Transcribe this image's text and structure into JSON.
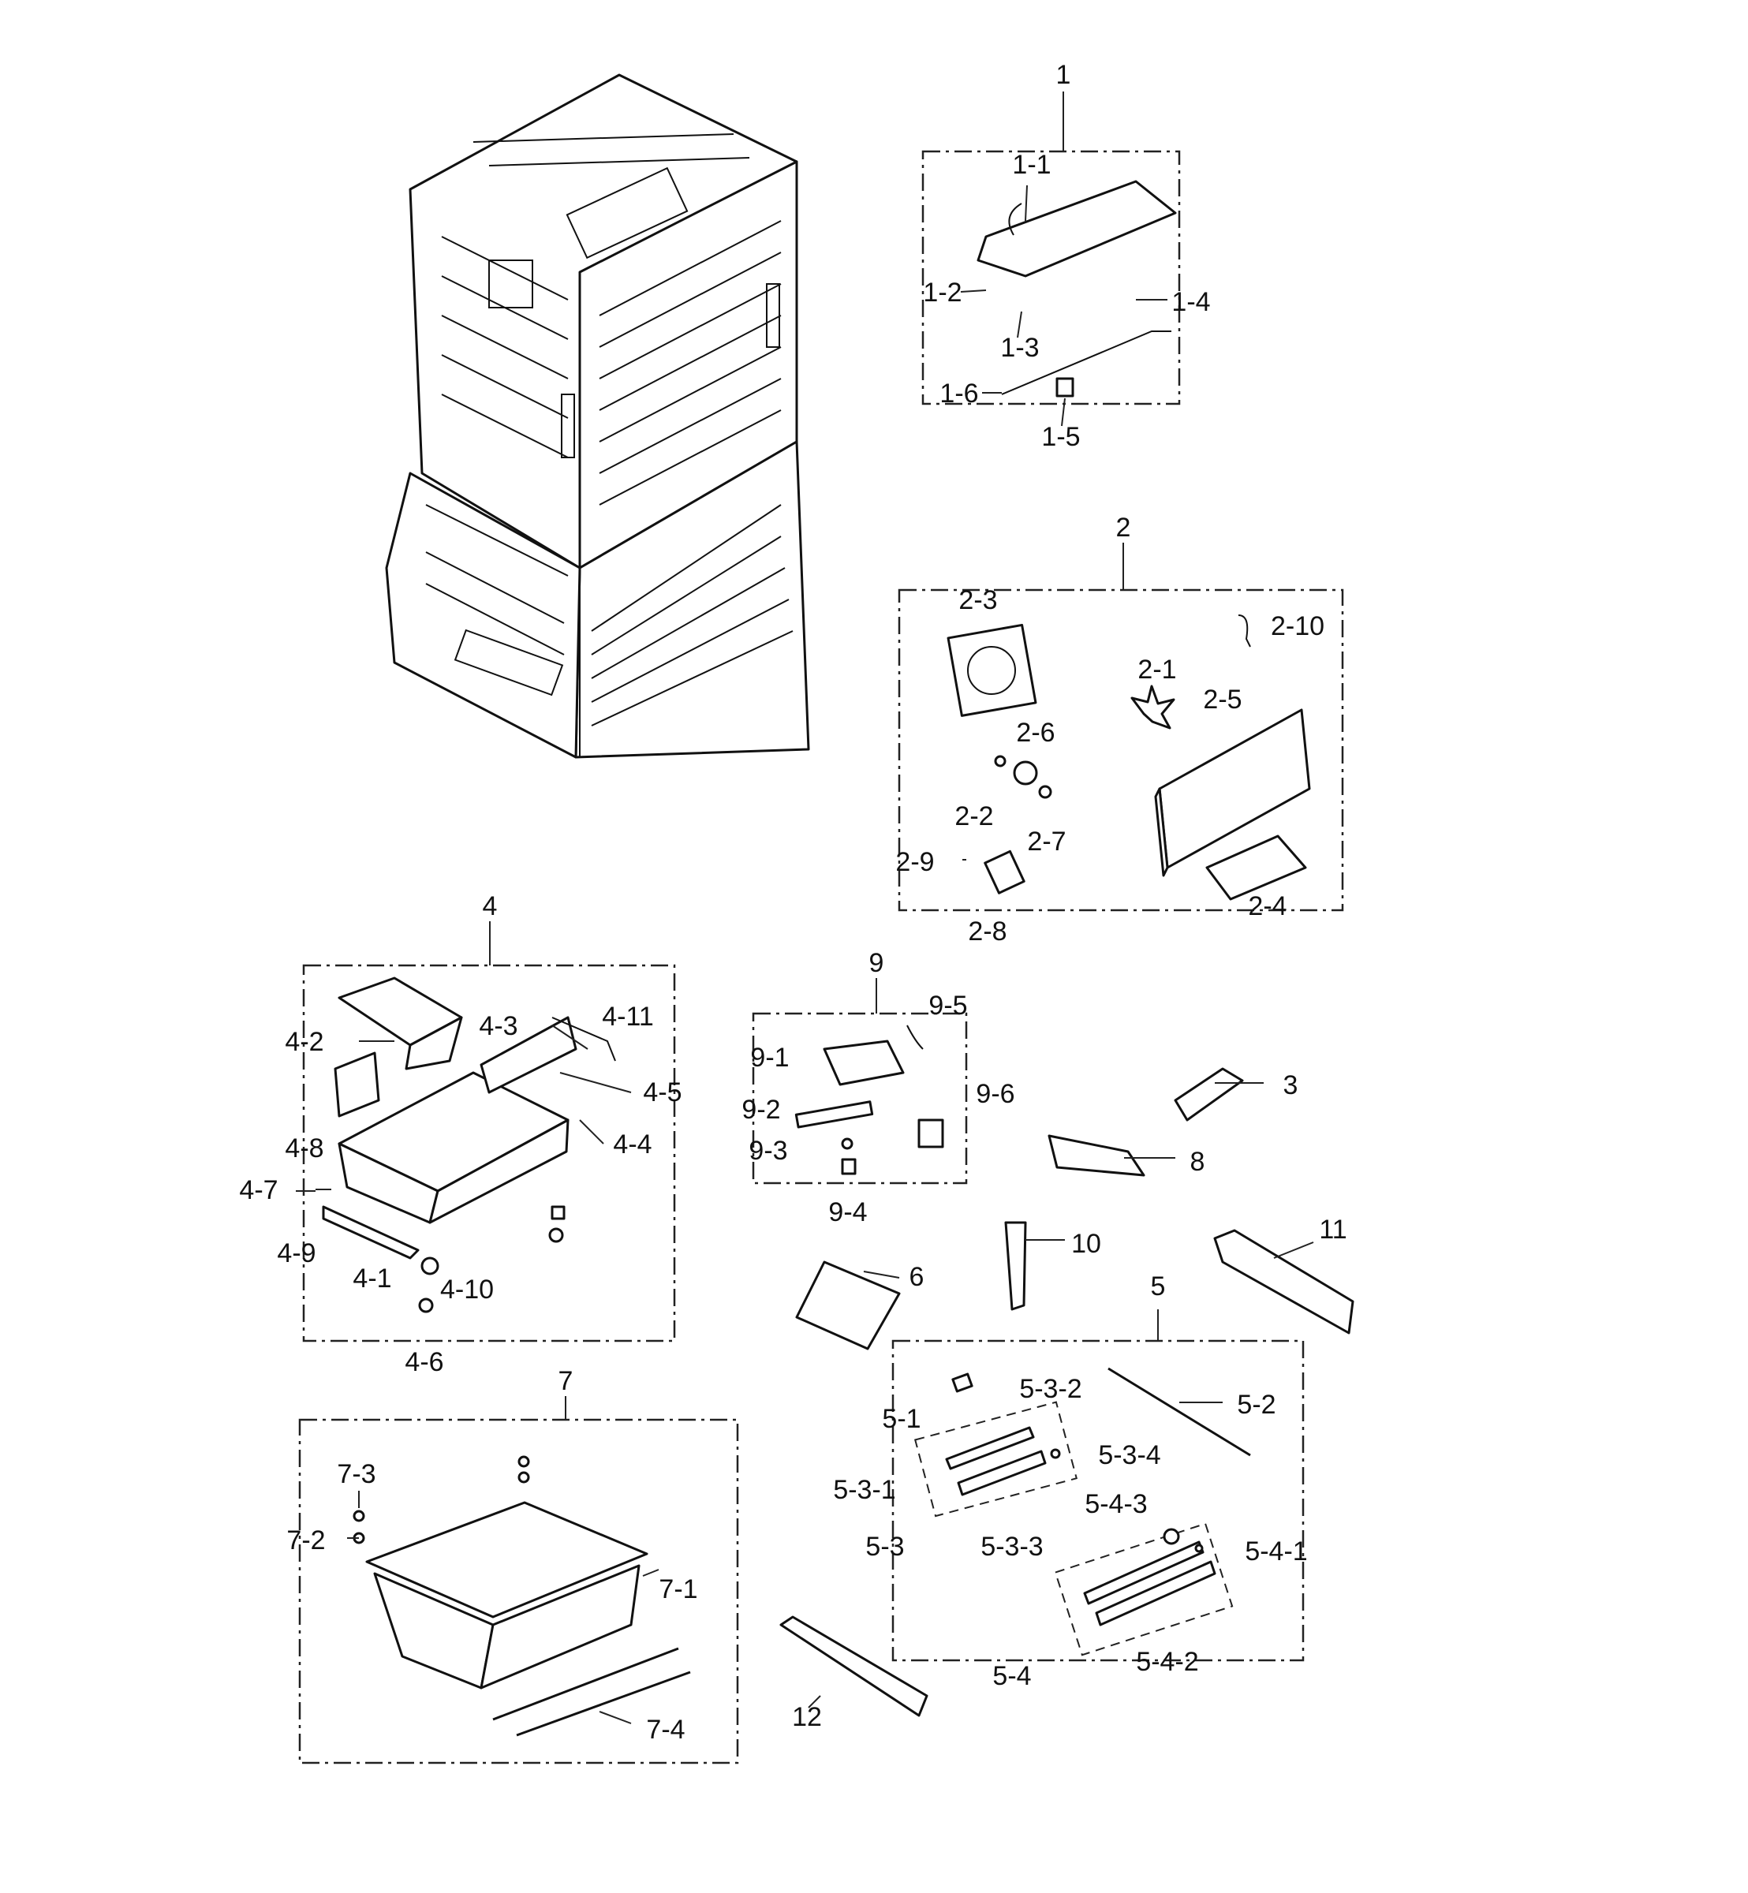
{
  "callouts": [
    {
      "id": "c1",
      "text": "1"
    },
    {
      "id": "c1-1",
      "text": "1-1"
    },
    {
      "id": "c1-2",
      "text": "1-2"
    },
    {
      "id": "c1-3",
      "text": "1-3"
    },
    {
      "id": "c1-4",
      "text": "1-4"
    },
    {
      "id": "c1-5",
      "text": "1-5"
    },
    {
      "id": "c1-6",
      "text": "1-6"
    },
    {
      "id": "c2",
      "text": "2"
    },
    {
      "id": "c2-1",
      "text": "2-1"
    },
    {
      "id": "c2-2",
      "text": "2-2"
    },
    {
      "id": "c2-3",
      "text": "2-3"
    },
    {
      "id": "c2-4",
      "text": "2-4"
    },
    {
      "id": "c2-5",
      "text": "2-5"
    },
    {
      "id": "c2-6",
      "text": "2-6"
    },
    {
      "id": "c2-7",
      "text": "2-7"
    },
    {
      "id": "c2-8",
      "text": "2-8"
    },
    {
      "id": "c2-9",
      "text": "2-9"
    },
    {
      "id": "c2-10",
      "text": "2-10"
    },
    {
      "id": "c3",
      "text": "3"
    },
    {
      "id": "c4",
      "text": "4"
    },
    {
      "id": "c4-1",
      "text": "4-1"
    },
    {
      "id": "c4-2",
      "text": "4-2"
    },
    {
      "id": "c4-3",
      "text": "4-3"
    },
    {
      "id": "c4-4",
      "text": "4-4"
    },
    {
      "id": "c4-5",
      "text": "4-5"
    },
    {
      "id": "c4-6",
      "text": "4-6"
    },
    {
      "id": "c4-7",
      "text": "4-7"
    },
    {
      "id": "c4-8",
      "text": "4-8"
    },
    {
      "id": "c4-9",
      "text": "4-9"
    },
    {
      "id": "c4-10",
      "text": "4-10"
    },
    {
      "id": "c4-11",
      "text": "4-11"
    },
    {
      "id": "c5",
      "text": "5"
    },
    {
      "id": "c5-1",
      "text": "5-1"
    },
    {
      "id": "c5-2",
      "text": "5-2"
    },
    {
      "id": "c5-3",
      "text": "5-3"
    },
    {
      "id": "c5-3-1",
      "text": "5-3-1"
    },
    {
      "id": "c5-3-2",
      "text": "5-3-2"
    },
    {
      "id": "c5-3-3",
      "text": "5-3-3"
    },
    {
      "id": "c5-3-4",
      "text": "5-3-4"
    },
    {
      "id": "c5-4",
      "text": "5-4"
    },
    {
      "id": "c5-4-1",
      "text": "5-4-1"
    },
    {
      "id": "c5-4-2",
      "text": "5-4-2"
    },
    {
      "id": "c5-4-3",
      "text": "5-4-3"
    },
    {
      "id": "c6",
      "text": "6"
    },
    {
      "id": "c7",
      "text": "7"
    },
    {
      "id": "c7-1",
      "text": "7-1"
    },
    {
      "id": "c7-2",
      "text": "7-2"
    },
    {
      "id": "c7-3",
      "text": "7-3"
    },
    {
      "id": "c7-4",
      "text": "7-4"
    },
    {
      "id": "c8",
      "text": "8"
    },
    {
      "id": "c9",
      "text": "9"
    },
    {
      "id": "c9-1",
      "text": "9-1"
    },
    {
      "id": "c9-2",
      "text": "9-2"
    },
    {
      "id": "c9-3",
      "text": "9-3"
    },
    {
      "id": "c9-4",
      "text": "9-4"
    },
    {
      "id": "c9-5",
      "text": "9-5"
    },
    {
      "id": "c9-6",
      "text": "9-6"
    },
    {
      "id": "c10",
      "text": "10"
    },
    {
      "id": "c11",
      "text": "11"
    },
    {
      "id": "c12",
      "text": "12"
    }
  ]
}
